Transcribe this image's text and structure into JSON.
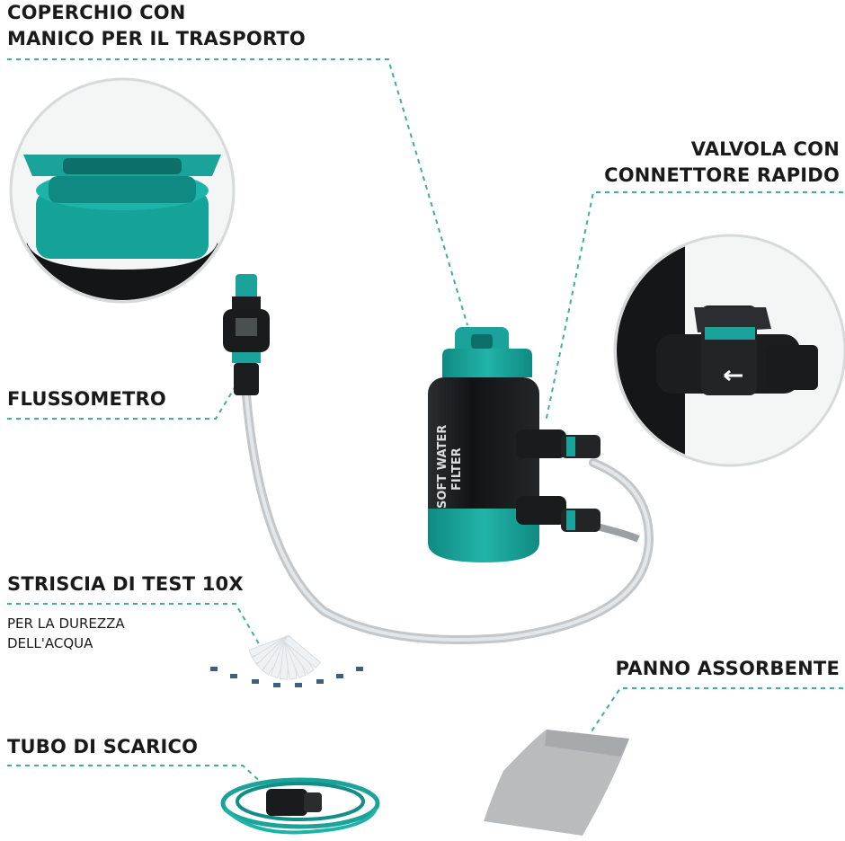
{
  "labels": {
    "cap": [
      "COPERCHIO CON",
      "MANICO PER IL TRASPORTO"
    ],
    "valve": [
      "VALVOLA CON",
      "CONNETTORE RAPIDO"
    ],
    "flowmeter": "FLUSSOMETRO",
    "strips": "STRISCIA DI TEST 10X",
    "strips_sub": [
      "PER LA DUREZZA",
      "DELL'ACQUA"
    ],
    "cloth": "PANNO ASSORBENTE",
    "hose": "TUBO DI SCARICO"
  },
  "product": {
    "body_text": [
      "SOFT WATER",
      "FILTER"
    ]
  },
  "colors": {
    "accent": "#1aa39a",
    "accent_dark": "#0f7d76",
    "body": "#1b1d1f",
    "text": "#1a1a1a",
    "leader": "#3fae9a",
    "hose": "#bfc3c6",
    "cloth": "#b9bbbd"
  },
  "icons": [
    "lid-handle-icon",
    "valve-connector-icon",
    "flowmeter-icon",
    "test-strips-icon",
    "drain-hose-icon",
    "absorbent-cloth-icon"
  ]
}
